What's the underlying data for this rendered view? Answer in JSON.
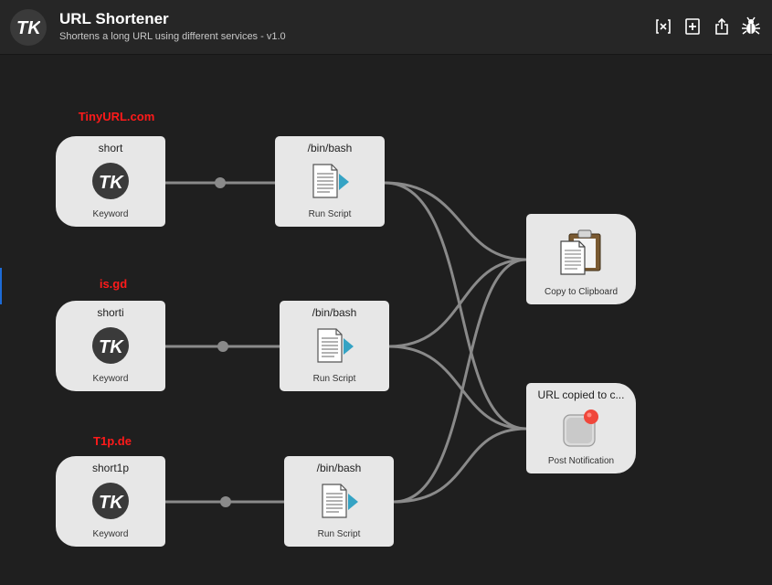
{
  "header": {
    "title": "URL Shortener",
    "subtitle": "Shortens a long URL using different services - v1.0",
    "logo_text": "TK",
    "toolbar": [
      {
        "name": "variables-icon"
      },
      {
        "name": "add-object-icon"
      },
      {
        "name": "share-icon"
      },
      {
        "name": "debug-bug-icon"
      }
    ]
  },
  "services": [
    {
      "label": "TinyURL.com",
      "keyword": "short",
      "keyword_type": "Keyword",
      "script_title": "/bin/bash",
      "script_type": "Run Script"
    },
    {
      "label": "is.gd",
      "keyword": "shorti",
      "keyword_type": "Keyword",
      "script_title": "/bin/bash",
      "script_type": "Run Script"
    },
    {
      "label": "T1p.de",
      "keyword": "short1p",
      "keyword_type": "Keyword",
      "script_title": "/bin/bash",
      "script_type": "Run Script"
    }
  ],
  "outputs": {
    "clipboard": {
      "title": "",
      "type": "Copy to Clipboard"
    },
    "notification": {
      "title": "URL copied to c...",
      "type": "Post Notification"
    }
  },
  "colors": {
    "accent_red": "#ff1a1a",
    "node_bg": "#e7e7e7",
    "wire": "#8a8a8a",
    "canvas_bg": "#1f1f1f"
  }
}
